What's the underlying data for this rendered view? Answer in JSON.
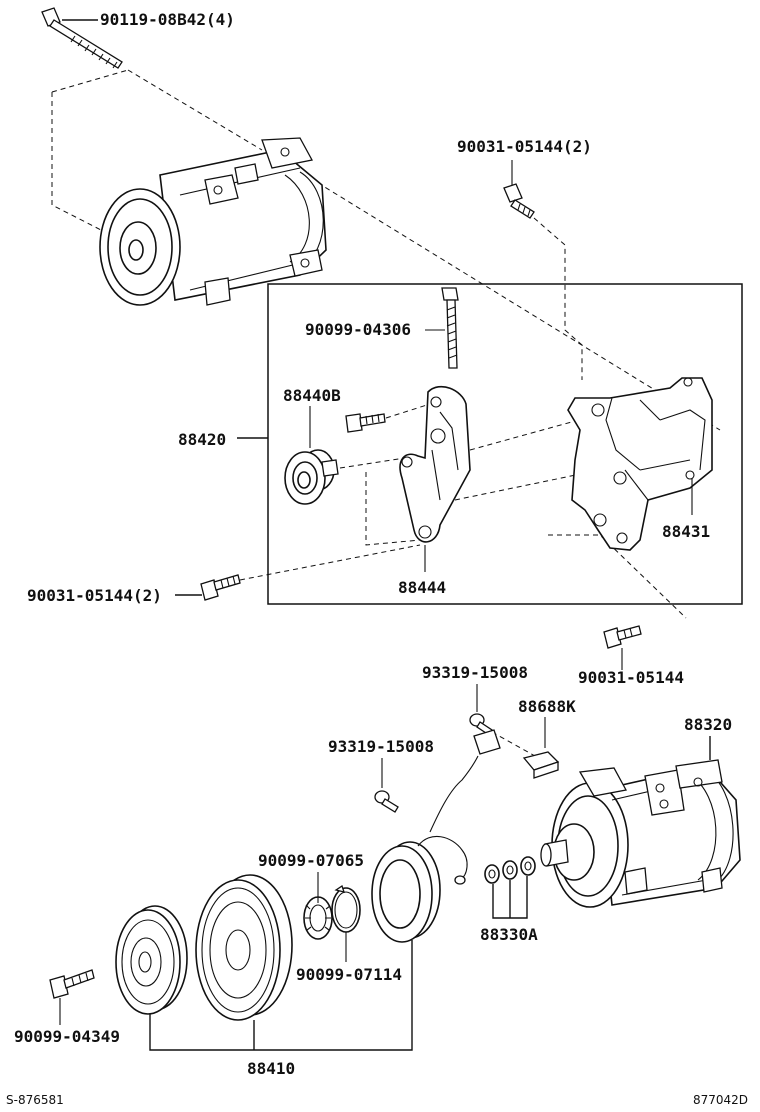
{
  "labels": {
    "bolt_top": "90119-08B42(4)",
    "bolt_upper_right": "90031-05144(2)",
    "bolt_bracket": "90099-04306",
    "idler_pulley": "88440B",
    "bracket_assy": "88420",
    "bracket_main": "88431",
    "bolt_left": "90031-05144(2)",
    "idler_bracket": "88444",
    "bolt_right": "90031-05144",
    "screw_upper": "93319-15008",
    "switch": "88688K",
    "compressor": "88320",
    "screw_lower": "93319-15008",
    "ring_a": "90099-07065",
    "ring_b": "90099-07114",
    "shims": "88330A",
    "bolt_center": "90099-04349",
    "clutch": "88410"
  },
  "footer": {
    "left_code": "S-876581",
    "right_code": "877042D"
  }
}
